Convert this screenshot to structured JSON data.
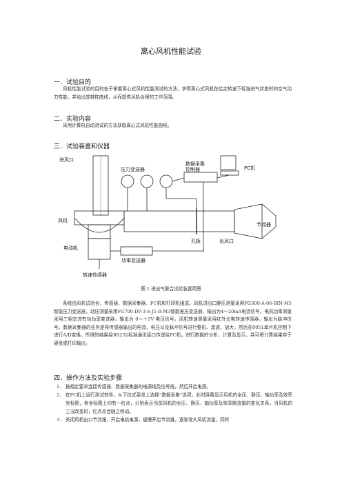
{
  "title": "离心风机性能试验",
  "sections": [
    {
      "heading": "一．试验目的",
      "body": "风机性能试验的目的在于掌握离心式风机性能测试的方法，求得离心式风机在给定转速下标准进气状态时的空气动力性能，并给出其特性曲线，从而提供风机合理的工作范围。"
    },
    {
      "heading": "二．实验内容",
      "body": "采用计算机自动测试的方法获取离心式风机性能曲线。"
    },
    {
      "heading": "三．试验装置和仪器"
    },
    {
      "heading": "四．操作方法及实验步骤"
    }
  ],
  "figure": {
    "caption": "图 1    进出气联合试验装置简图",
    "labels": {
      "inlet": "进风口",
      "pressure_transmitter": "压力变送器",
      "daq_line1": "数据采集",
      "daq_line2": "控制器",
      "pc": "PC机",
      "fan": "风机",
      "throttle": "节流器",
      "orifice": "孔板",
      "outlet": "出风口",
      "motor": "电动机",
      "power_transmitter": "功率变送器",
      "speed_sensor": "转速传感器"
    }
  },
  "system_description": "系统由风机试验台、传感器、数据采集器、PC机和打印机组成。风机进出口静压测量采用FG300-A-06-BIN-M5智能压力变送器，动压测量采用FG700-DP-3-S-J1-B-M3智能差压变送器，输出为4～20mA电流信号。电机功率测量采用三相交流有功功率变送器，输出为 0～＋5V 电压信号。风机转速测量采用红外光电转速传感器，输出为脉冲信号。数据采集器的任务是将传感器输出的电流、电压以及脉冲信号进行整形、滤波、放大，然后在8051单片机控制下进行A/D变换，所得的结果经RS232标准通讯接口传送给PC机，进行数据的分析、计算及显示，并可将计算结果存于硬盘或打印输出。",
  "steps": [
    {
      "num": "1．",
      "text": "按规定要求连接传感器、数据采集器的电源线及信号线，然后开启电源。"
    },
    {
      "num": "2．",
      "text": "在PC机上运行测试软件，从下拉式菜单上选择“数据采集”选项，此时屏幕显示风机的全压、静压、轴功率及效率坐标图，各坐标图上均有一红点，分别表示当前风机的全压、静压、轴功率及效率随流量的变化关系，当风机的工况改变时，红点亦会随之移动。"
    },
    {
      "num": "3．",
      "text": "关闭风机出口节流锥，开启电机电源，缓慢开启节流锥，逐渐增大风机流量，同时"
    }
  ]
}
